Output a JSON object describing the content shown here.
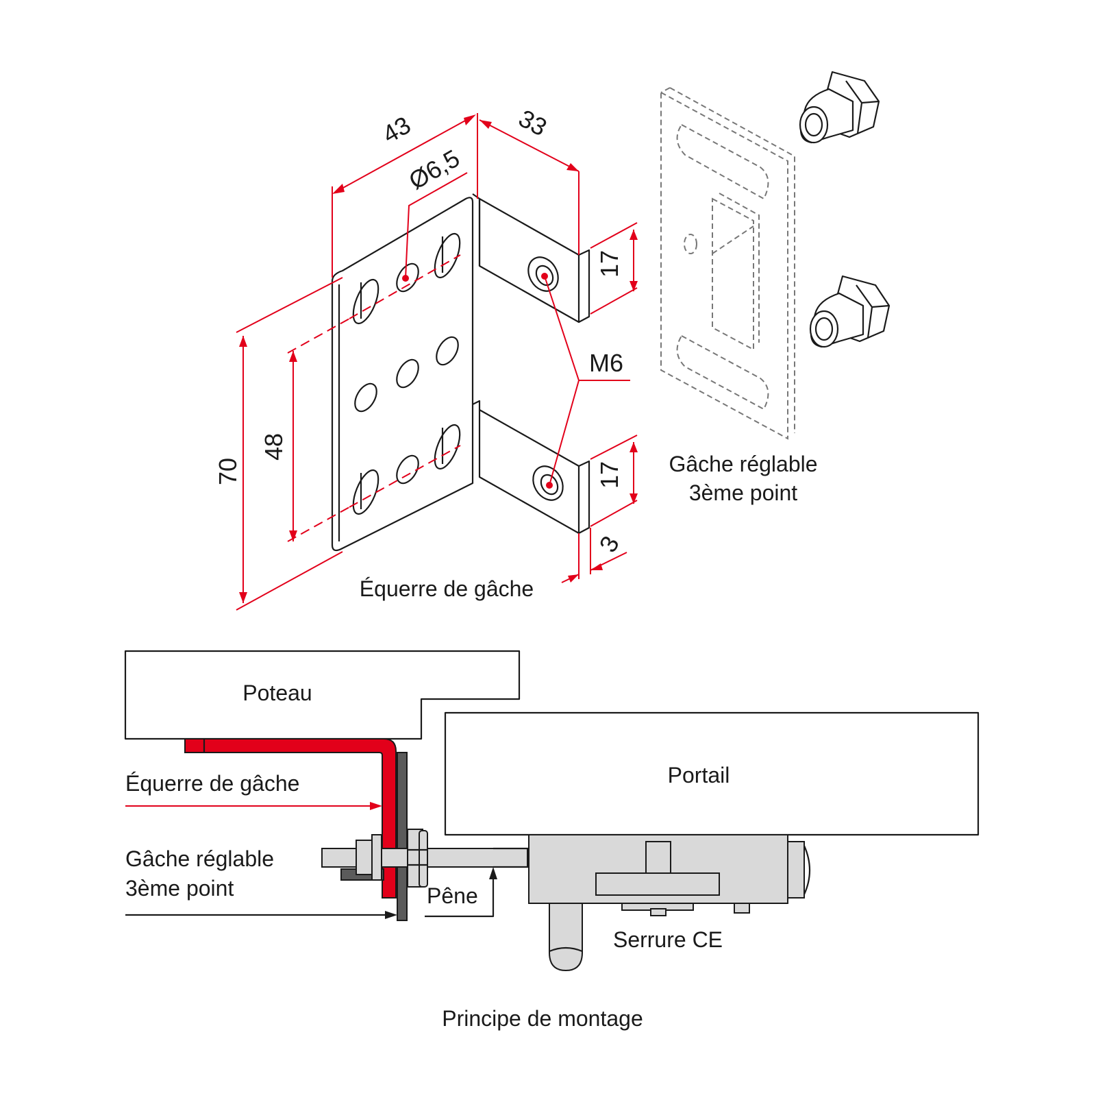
{
  "colors": {
    "accent": "#e2001a",
    "steel": "#d9d9d9",
    "dark_plate": "#5b5b5b"
  },
  "dimensions": {
    "d43": "43",
    "d33": "33",
    "d65": "Ø6,5",
    "d17a": "17",
    "d17b": "17",
    "d70": "70",
    "d48": "48",
    "d3": "3",
    "m6": "M6"
  },
  "labels": {
    "bracket": "Équerre de gâche",
    "strike_line1": "Gâche réglable",
    "strike_line2": "3ème point"
  },
  "mounting": {
    "poteau": "Poteau",
    "portail": "Portail",
    "bracket": "Équerre de gâche",
    "strike_line1": "Gâche réglable",
    "strike_line2": "3ème point",
    "pene": "Pêne",
    "serrure": "Serrure CE",
    "caption": "Principe de montage"
  },
  "icons": [
    "bolt-icon",
    "hex-nut-icon"
  ]
}
